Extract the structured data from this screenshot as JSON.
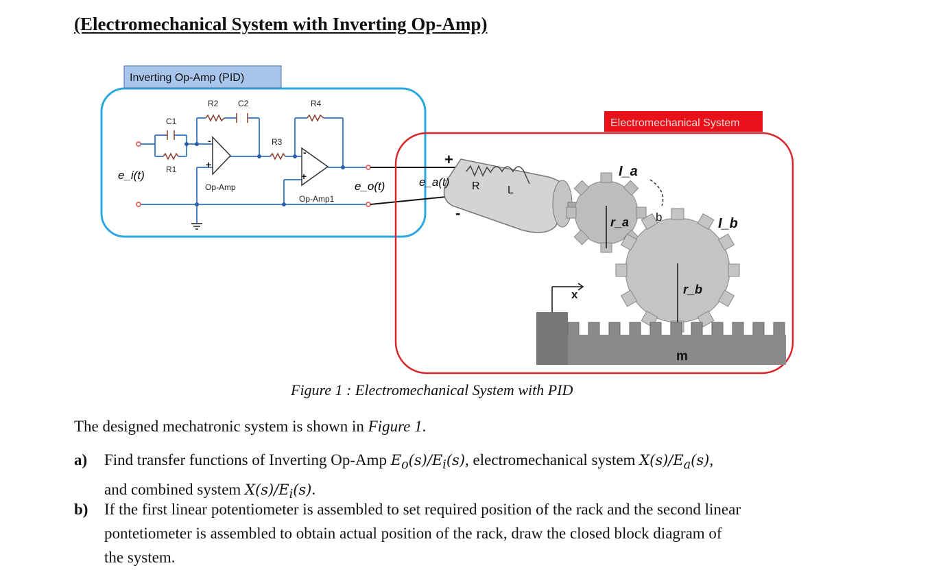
{
  "title": "(Electromechanical System with Inverting Op-Amp)",
  "figure": {
    "opamp_box_label": "Inverting Op-Amp (PID)",
    "em_box_label": "Electromechanical System",
    "components": {
      "r1": "R1",
      "r2": "R2",
      "r3": "R3",
      "r4": "R4",
      "c1": "C1",
      "c2": "C2",
      "opamp": "Op-Amp",
      "opamp1": "Op-Amp1",
      "plus": "+",
      "minus": "-"
    },
    "signals": {
      "ei": "e_i(t)",
      "eo": "e_o(t)",
      "ea": "e_a(t)"
    },
    "motor": {
      "r": "R",
      "l": "L",
      "plus": "+",
      "minus": "-"
    },
    "gears": {
      "ia": "I_a",
      "ib": "I_b",
      "ra": "r_a",
      "rb": "r_b",
      "b": "b",
      "x": "x",
      "m": "m"
    },
    "caption": "Figure 1 : Electromechanical System with PID"
  },
  "text": {
    "intro_pre": "The designed mechatronic system is shown in ",
    "intro_fig": "Figure 1",
    "intro_post": ".",
    "a_label": "a)",
    "a_line1_pre": "Find transfer functions of Inverting Op-Amp ",
    "a_line1_eq1": "E",
    "a_line1_mid": ", electromechanical system ",
    "a_line1_end": ",",
    "a_line2_pre": "and combined system ",
    "a_line2_end": ".",
    "b_label": "b)",
    "b_line1": "If the first linear potentiometer is assembled to set required position of the rack and the second linear",
    "b_line2": "pontetiometer is assembled to obtain actual position of the rack, draw the closed block diagram of",
    "b_line3": "the system."
  },
  "colors": {
    "opamp_box": "#29a8e0",
    "em_box": "#d9262b",
    "label_blue": "#a8c6ec",
    "label_red": "#e8111a",
    "wire": "#4a82c8"
  }
}
